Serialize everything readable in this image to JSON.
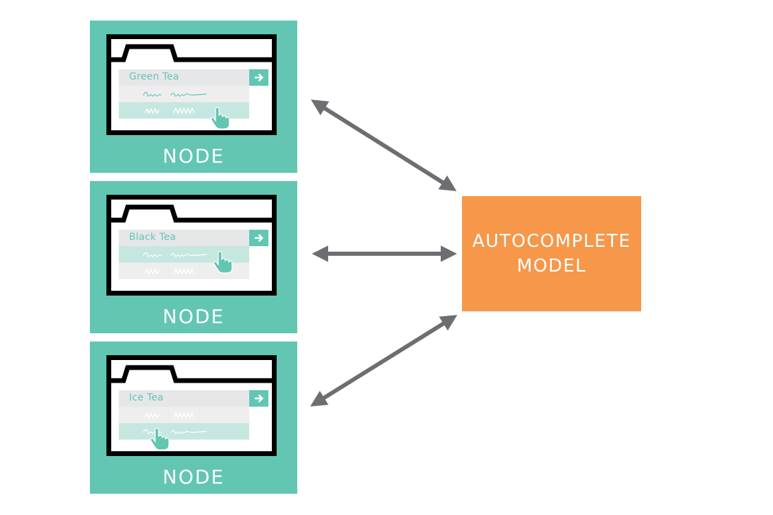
{
  "nodes": [
    {
      "label": "NODE",
      "input_text": "Green Tea",
      "active_suggestion": 2
    },
    {
      "label": "NODE",
      "input_text": "Black Tea",
      "active_suggestion": 1
    },
    {
      "label": "NODE",
      "input_text": "Ice Tea",
      "active_suggestion": 2
    }
  ],
  "model": {
    "label_line1": "AUTOCOMPLETE",
    "label_line2": "MODEL"
  },
  "colors": {
    "node_bg": "#62c6b2",
    "model_bg": "#f6974a",
    "arrow": "#6d6e71",
    "frame": "#000000"
  },
  "icons": [
    "arrow-right-icon",
    "pointer-hand-icon",
    "double-arrow-icon"
  ]
}
